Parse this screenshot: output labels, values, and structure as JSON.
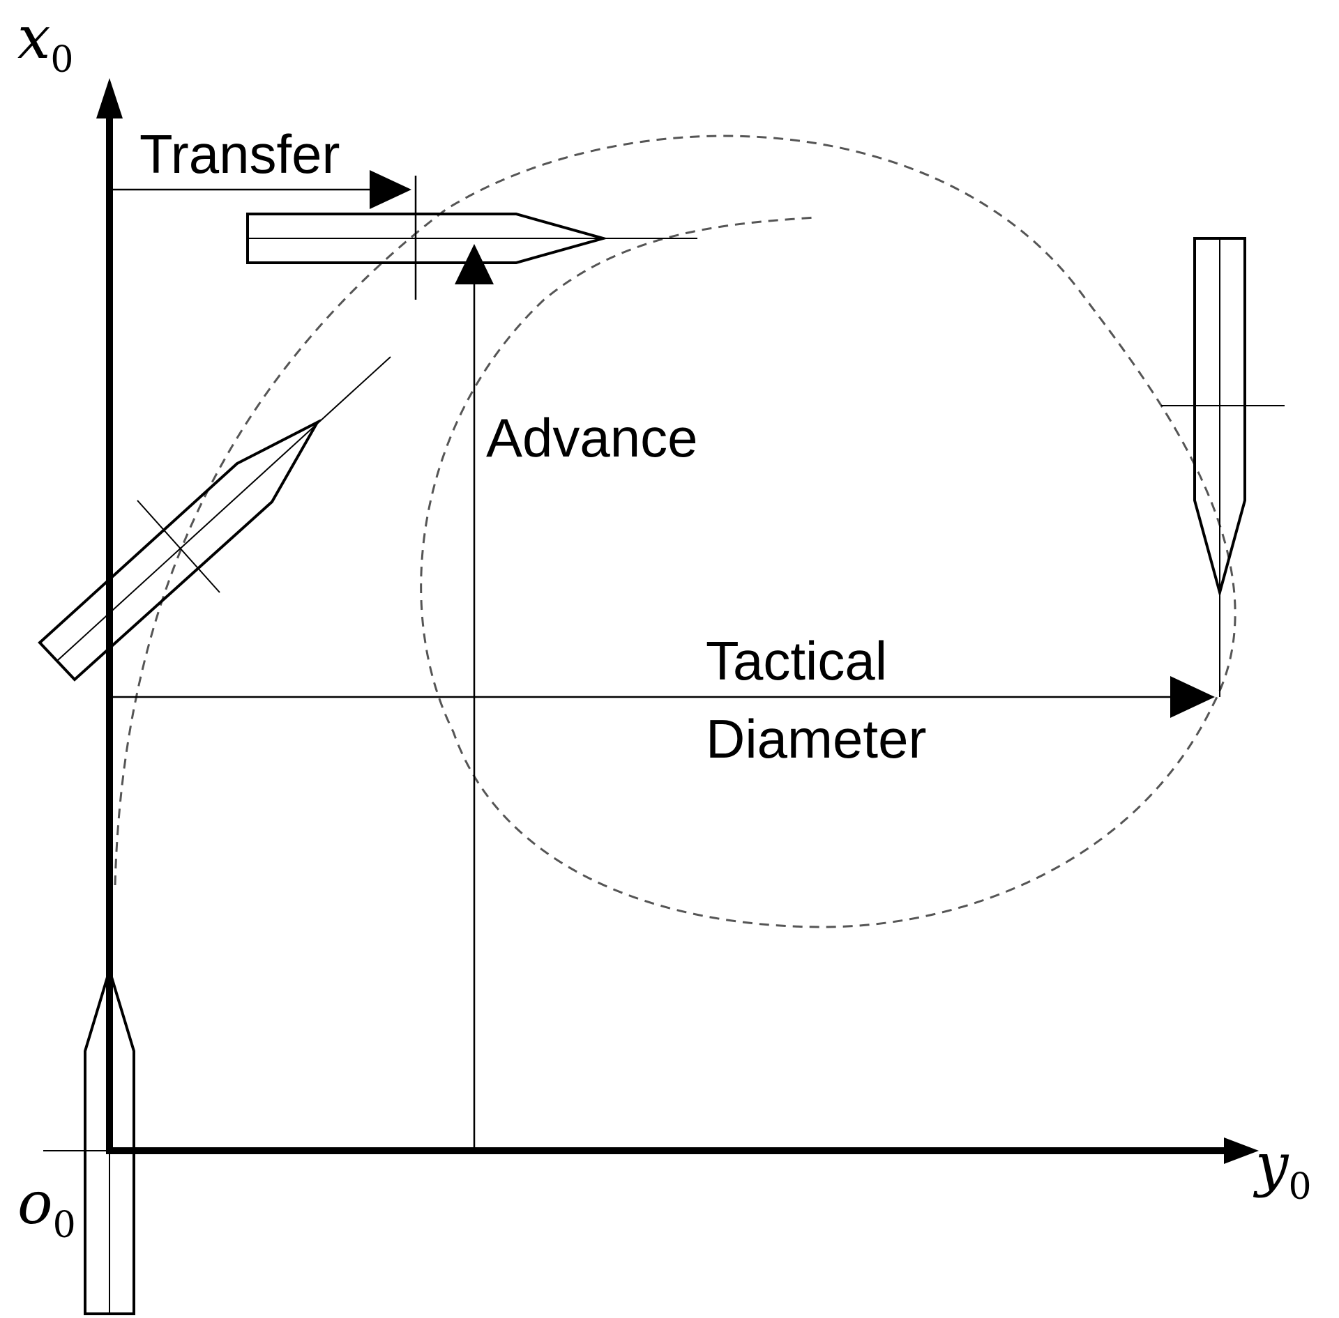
{
  "axes": {
    "x_axis": {
      "symbol": "x",
      "subscript": "0"
    },
    "y_axis": {
      "symbol": "y",
      "subscript": "0"
    },
    "origin": {
      "symbol": "o",
      "subscript": "0"
    }
  },
  "labels": {
    "transfer": "Transfer",
    "advance": "Advance",
    "tactical_line1": "Tactical",
    "tactical_line2": "Diameter"
  },
  "colors": {
    "stroke": "#000000",
    "trajectory": "#555555",
    "background": "#ffffff"
  }
}
